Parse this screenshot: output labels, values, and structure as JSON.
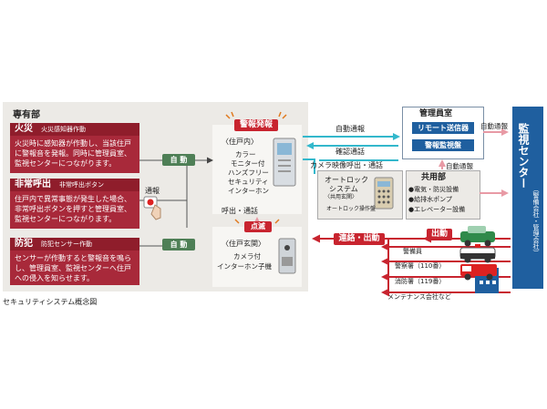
{
  "diagram": {
    "caption": "セキュリティシステム概念図",
    "private_area": {
      "title": "専有部",
      "fire": {
        "title": "火災",
        "sub": "火災感知器作動",
        "body": "火災時に感知器が作動し、当該住戸に警報音を発報。同時に管理員室、監視センターにつながります。"
      },
      "emergency": {
        "title": "非常呼出",
        "sub": "非常呼出ボタン",
        "body": "住戸内で異常事態が発生した場合、非常呼出ボタンを押すと管理員室、監視センターにつながります。"
      },
      "crime": {
        "title": "防犯",
        "sub": "防犯センサー作動",
        "body": "センサーが作動すると警報音を鳴らし、管理員室、監視センターへ住戸への侵入を知らせます。"
      },
      "call_label": "通報",
      "auto1": "自 動",
      "auto2": "自 動"
    },
    "indoor_unit": {
      "alarm_label": "警報発報",
      "location": "〈住戸内〉",
      "desc_l1": "カラー",
      "desc_l2": "モニター付",
      "desc_l3": "ハンズフリー",
      "desc_l4": "セキュリティ",
      "desc_l5": "インターホン"
    },
    "call_talk": "呼出・通話",
    "blink_label": "点滅",
    "entrance_unit": {
      "location": "〈住戸玄関〉",
      "desc_l1": "カメラ付",
      "desc_l2": "インターホン子機"
    },
    "auto_report_1": "自動通報",
    "auto_report_2": "自動通報",
    "auto_report_3": "自動通報",
    "confirm_call": "確認通話",
    "camera_call": "カメラ映像呼出・通話",
    "manager_room": {
      "title": "管理員室",
      "btn1": "リモート送信器",
      "btn2": "警報監視盤"
    },
    "autolock": {
      "l1": "オートロック",
      "l2": "システム",
      "sub": "〈共用玄関〉",
      "panel": "オートロック操作盤"
    },
    "common_area": {
      "title": "共用部",
      "item1": "●電気・防災設備",
      "item2": "●給排水ポンプ",
      "item3": "●エレベーター設備"
    },
    "monitor_center": {
      "title": "監視センター",
      "sub": "（警備会社・管理会社）"
    },
    "contact_dispatch": "連絡・出動",
    "dispatch": "出動",
    "responders": {
      "guard": "警備員",
      "police": "警察署（110番）",
      "fire": "消防署（119番）",
      "maint": "メンテナンス会社など"
    },
    "colors": {
      "dark_red": "#8f1d2b",
      "red": "#c8242f",
      "green": "#4e7f56",
      "blue": "#1f5f9f",
      "cyan": "#33b8cc",
      "pink": "#e89aa5"
    }
  }
}
